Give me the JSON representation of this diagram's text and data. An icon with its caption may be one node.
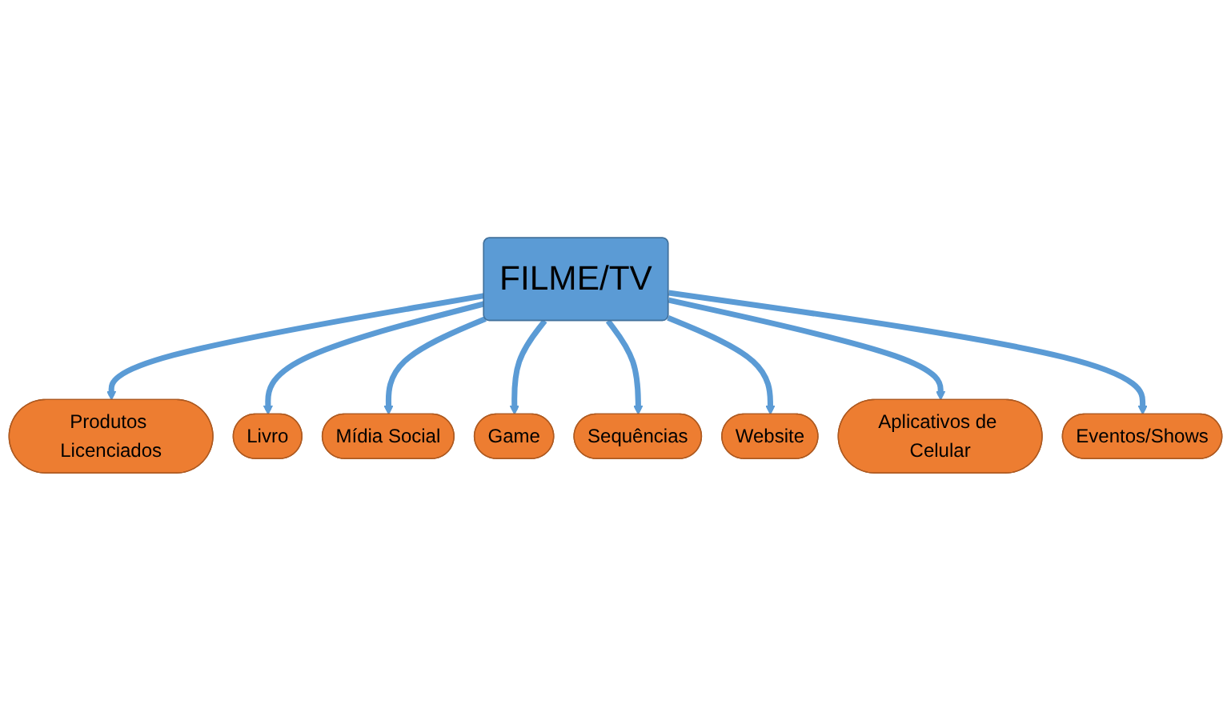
{
  "diagram": {
    "nodes": [
      {
        "text": [
          "Produtos Licenciados"
        ]
      },
      {
        "text": [
          "Livro"
        ]
      },
      {
        "text": [
          "Mídia Social"
        ]
      },
      {
        "text": [
          "Game"
        ]
      },
      {
        "text": [
          "FILME/TV"
        ]
      },
      {
        "text": [
          "Sequências"
        ]
      },
      {
        "text": [
          "Website"
        ]
      },
      {
        "text": [
          "Aplicativos de Celular"
        ]
      },
      {
        "text": [
          "Eventos/Shows"
        ]
      }
    ],
    "edges": [
      {
        "from": 4,
        "to": 0,
        "arrow": "to"
      },
      {
        "from": 4,
        "to": 1,
        "arrow": "to"
      },
      {
        "from": 4,
        "to": 2,
        "arrow": "to"
      },
      {
        "from": 4,
        "to": 3,
        "arrow": "to"
      },
      {
        "from": 4,
        "to": 5,
        "arrow": "to"
      },
      {
        "from": 4,
        "to": 6,
        "arrow": "to"
      },
      {
        "from": 4,
        "to": 7,
        "arrow": "to"
      },
      {
        "from": 4,
        "to": 8,
        "arrow": "to"
      }
    ]
  }
}
